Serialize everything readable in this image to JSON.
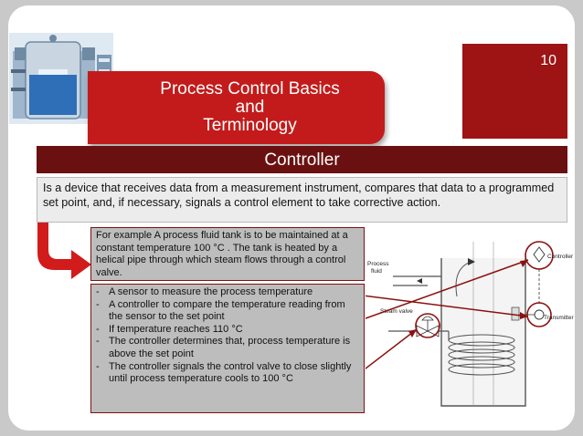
{
  "slide": {
    "number": "10",
    "title_lines": [
      "Process Control Basics",
      "and",
      "Terminology"
    ],
    "section_heading": "Controller",
    "definition": "Is a device that receives data from a measurement instrument, compares that data to a programmed set point, and, if necessary, signals a control element to take corrective action.",
    "example": "For example A process fluid tank is to be maintained at a constant temperature 100 °C . The tank is heated by a helical pipe through which steam flows through a control valve.",
    "steps": [
      {
        "dash": "-",
        "text": "A sensor to measure the process   temperature"
      },
      {
        "dash": "-",
        "text": "A controller to compare the temperature reading from the sensor to the set point"
      },
      {
        "dash": "-",
        "text": "If temperature reaches 110 °C"
      },
      {
        "dash": "-",
        "text": "The controller determines that, process temperature is above the set point"
      },
      {
        "dash": "-",
        "text": "The controller signals the control valve to close slightly until process temperature cools to 100 °C"
      }
    ]
  },
  "diagram": {
    "labels": {
      "process_fluid": [
        "Process",
        "fluid"
      ],
      "steam_valve": "Steam valve",
      "controller": "Controller",
      "transmitter": "Transmitter"
    }
  },
  "colors": {
    "banner_red": "#c31b1b",
    "dark_red": "#6b1010",
    "number_box": "#9e1313",
    "text_box_grey": "#bdbdbd"
  }
}
